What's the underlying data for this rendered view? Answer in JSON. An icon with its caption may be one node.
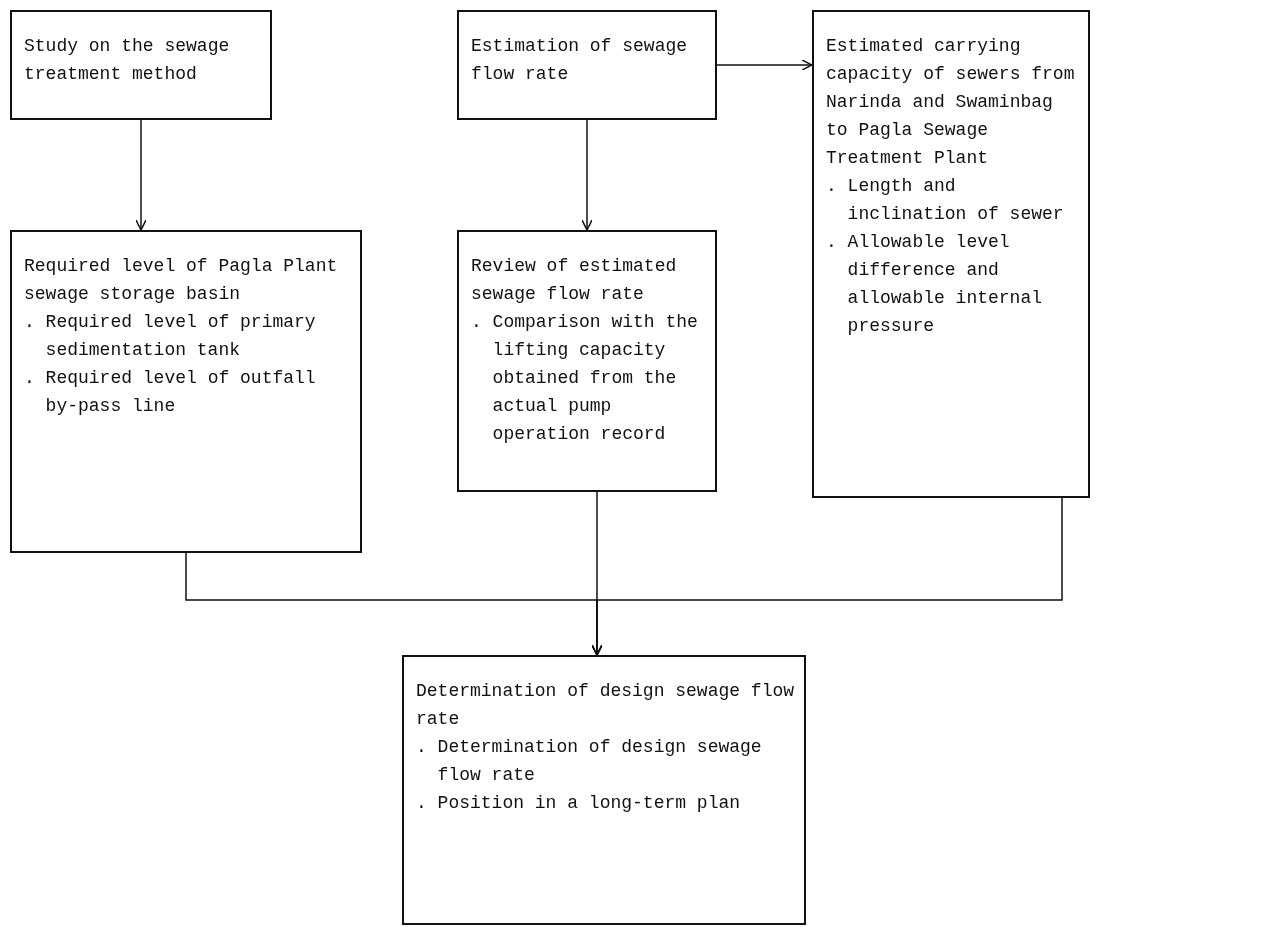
{
  "diagram": {
    "nodes": [
      {
        "text": [
          "Study on the sewage treatment method"
        ]
      },
      {
        "text": [
          "Estimation of sewage flow rate"
        ]
      },
      {
        "text": [
          "Estimated carrying capacity of sewers from Narinda and Swaminbag to Pagla Sewage Treatment Plant",
          ". Length and inclination of sewer",
          ". Allowable level difference and allowable internal pressure"
        ]
      },
      {
        "text": [
          "Required level of Pagla Plant sewage storage basin",
          ". Required level of primary sedimentation tank",
          ". Required level of outfall by-pass line"
        ]
      },
      {
        "text": [
          "Review of estimated sewage flow rate",
          ". Comparison with the lifting capacity obtained from the actual pump operation record"
        ]
      },
      {
        "text": [
          "Determination of design sewage flow rate",
          ". Determination of design sewage flow rate",
          ". Position in a long-term plan"
        ]
      }
    ],
    "edges": [
      {
        "from": 0,
        "to": 3,
        "arrow": "to"
      },
      {
        "from": 1,
        "to": 4,
        "arrow": "to"
      },
      {
        "from": 1,
        "to": 2,
        "arrow": "to"
      },
      {
        "from": 3,
        "to": 5,
        "arrow": "to"
      },
      {
        "from": 4,
        "to": 5,
        "arrow": "to"
      },
      {
        "from": 2,
        "to": 5,
        "arrow": "to"
      }
    ]
  }
}
